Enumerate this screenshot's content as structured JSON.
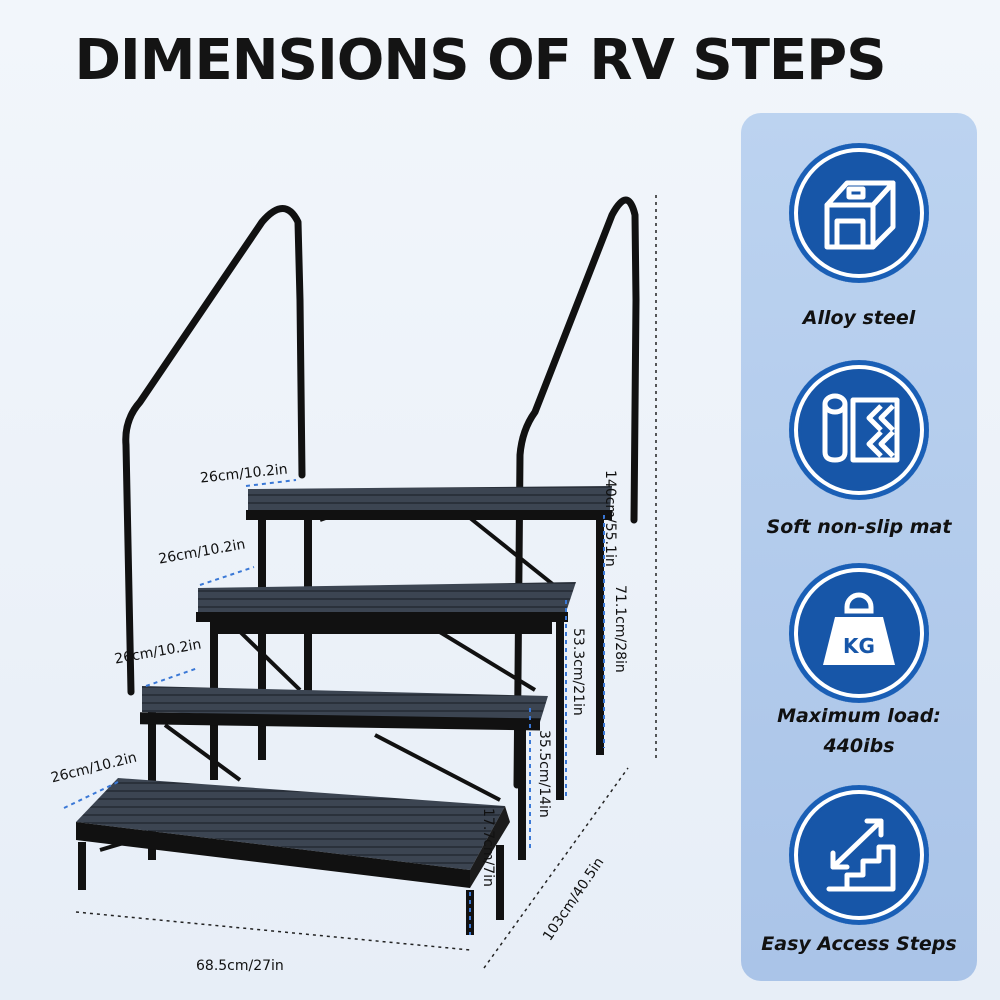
{
  "title": "DIMENSIONS OF RV STEPS",
  "features": [
    {
      "icon": "alloy-steel-profile-icon",
      "label": "Alloy steel"
    },
    {
      "icon": "non-slip-mat-roll-icon",
      "label": "Soft non-slip mat"
    },
    {
      "icon": "kg-weight-icon",
      "label": "Maximum load:\n440ibs"
    },
    {
      "icon": "easy-access-steps-icon",
      "label": "Easy Access Steps"
    }
  ],
  "dimensions": {
    "step_depth_1": "26cm/10.2in",
    "step_depth_2": "26cm/10.2in",
    "step_depth_3": "26cm/10.2in",
    "step_depth_4": "26cm/10.2in",
    "total_height": "140cm/55.1in",
    "platform_height": "71.1cm/28in",
    "step3_height": "53.3cm/21in",
    "step2_height": "35.5cm/14in",
    "step1_height": "17.7cm/7in",
    "width": "68.5cm/27in",
    "depth": "103cm/40.5in"
  },
  "colors": {
    "brand_blue": "#1756a8",
    "panel": "#b4cdee",
    "mat": "#3b4450",
    "frame": "#111111",
    "dim_line": "#3a78d6"
  }
}
